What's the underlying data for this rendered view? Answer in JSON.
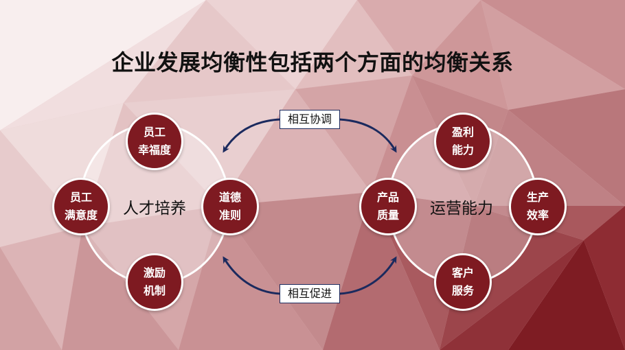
{
  "title": "企业发展均衡性包括两个方面的均衡关系",
  "left_cycle": {
    "center": "人才培养",
    "nodes": [
      {
        "line1": "员工",
        "line2": "幸福度"
      },
      {
        "line1": "道德",
        "line2": "准则"
      },
      {
        "line1": "激励",
        "line2": "机制"
      },
      {
        "line1": "员工",
        "line2": "满意度"
      }
    ]
  },
  "right_cycle": {
    "center": "运营能力",
    "nodes": [
      {
        "line1": "盈利",
        "line2": "能力"
      },
      {
        "line1": "生产",
        "line2": "效率"
      },
      {
        "line1": "客户",
        "line2": "服务"
      },
      {
        "line1": "产品",
        "line2": "质量"
      }
    ]
  },
  "connectors": {
    "top": "相互协调",
    "bottom": "相互促进"
  },
  "colors": {
    "node_fill": "#7e1a21",
    "arrow": "#1b2a5e",
    "accent_dark": "#8e1f27"
  }
}
